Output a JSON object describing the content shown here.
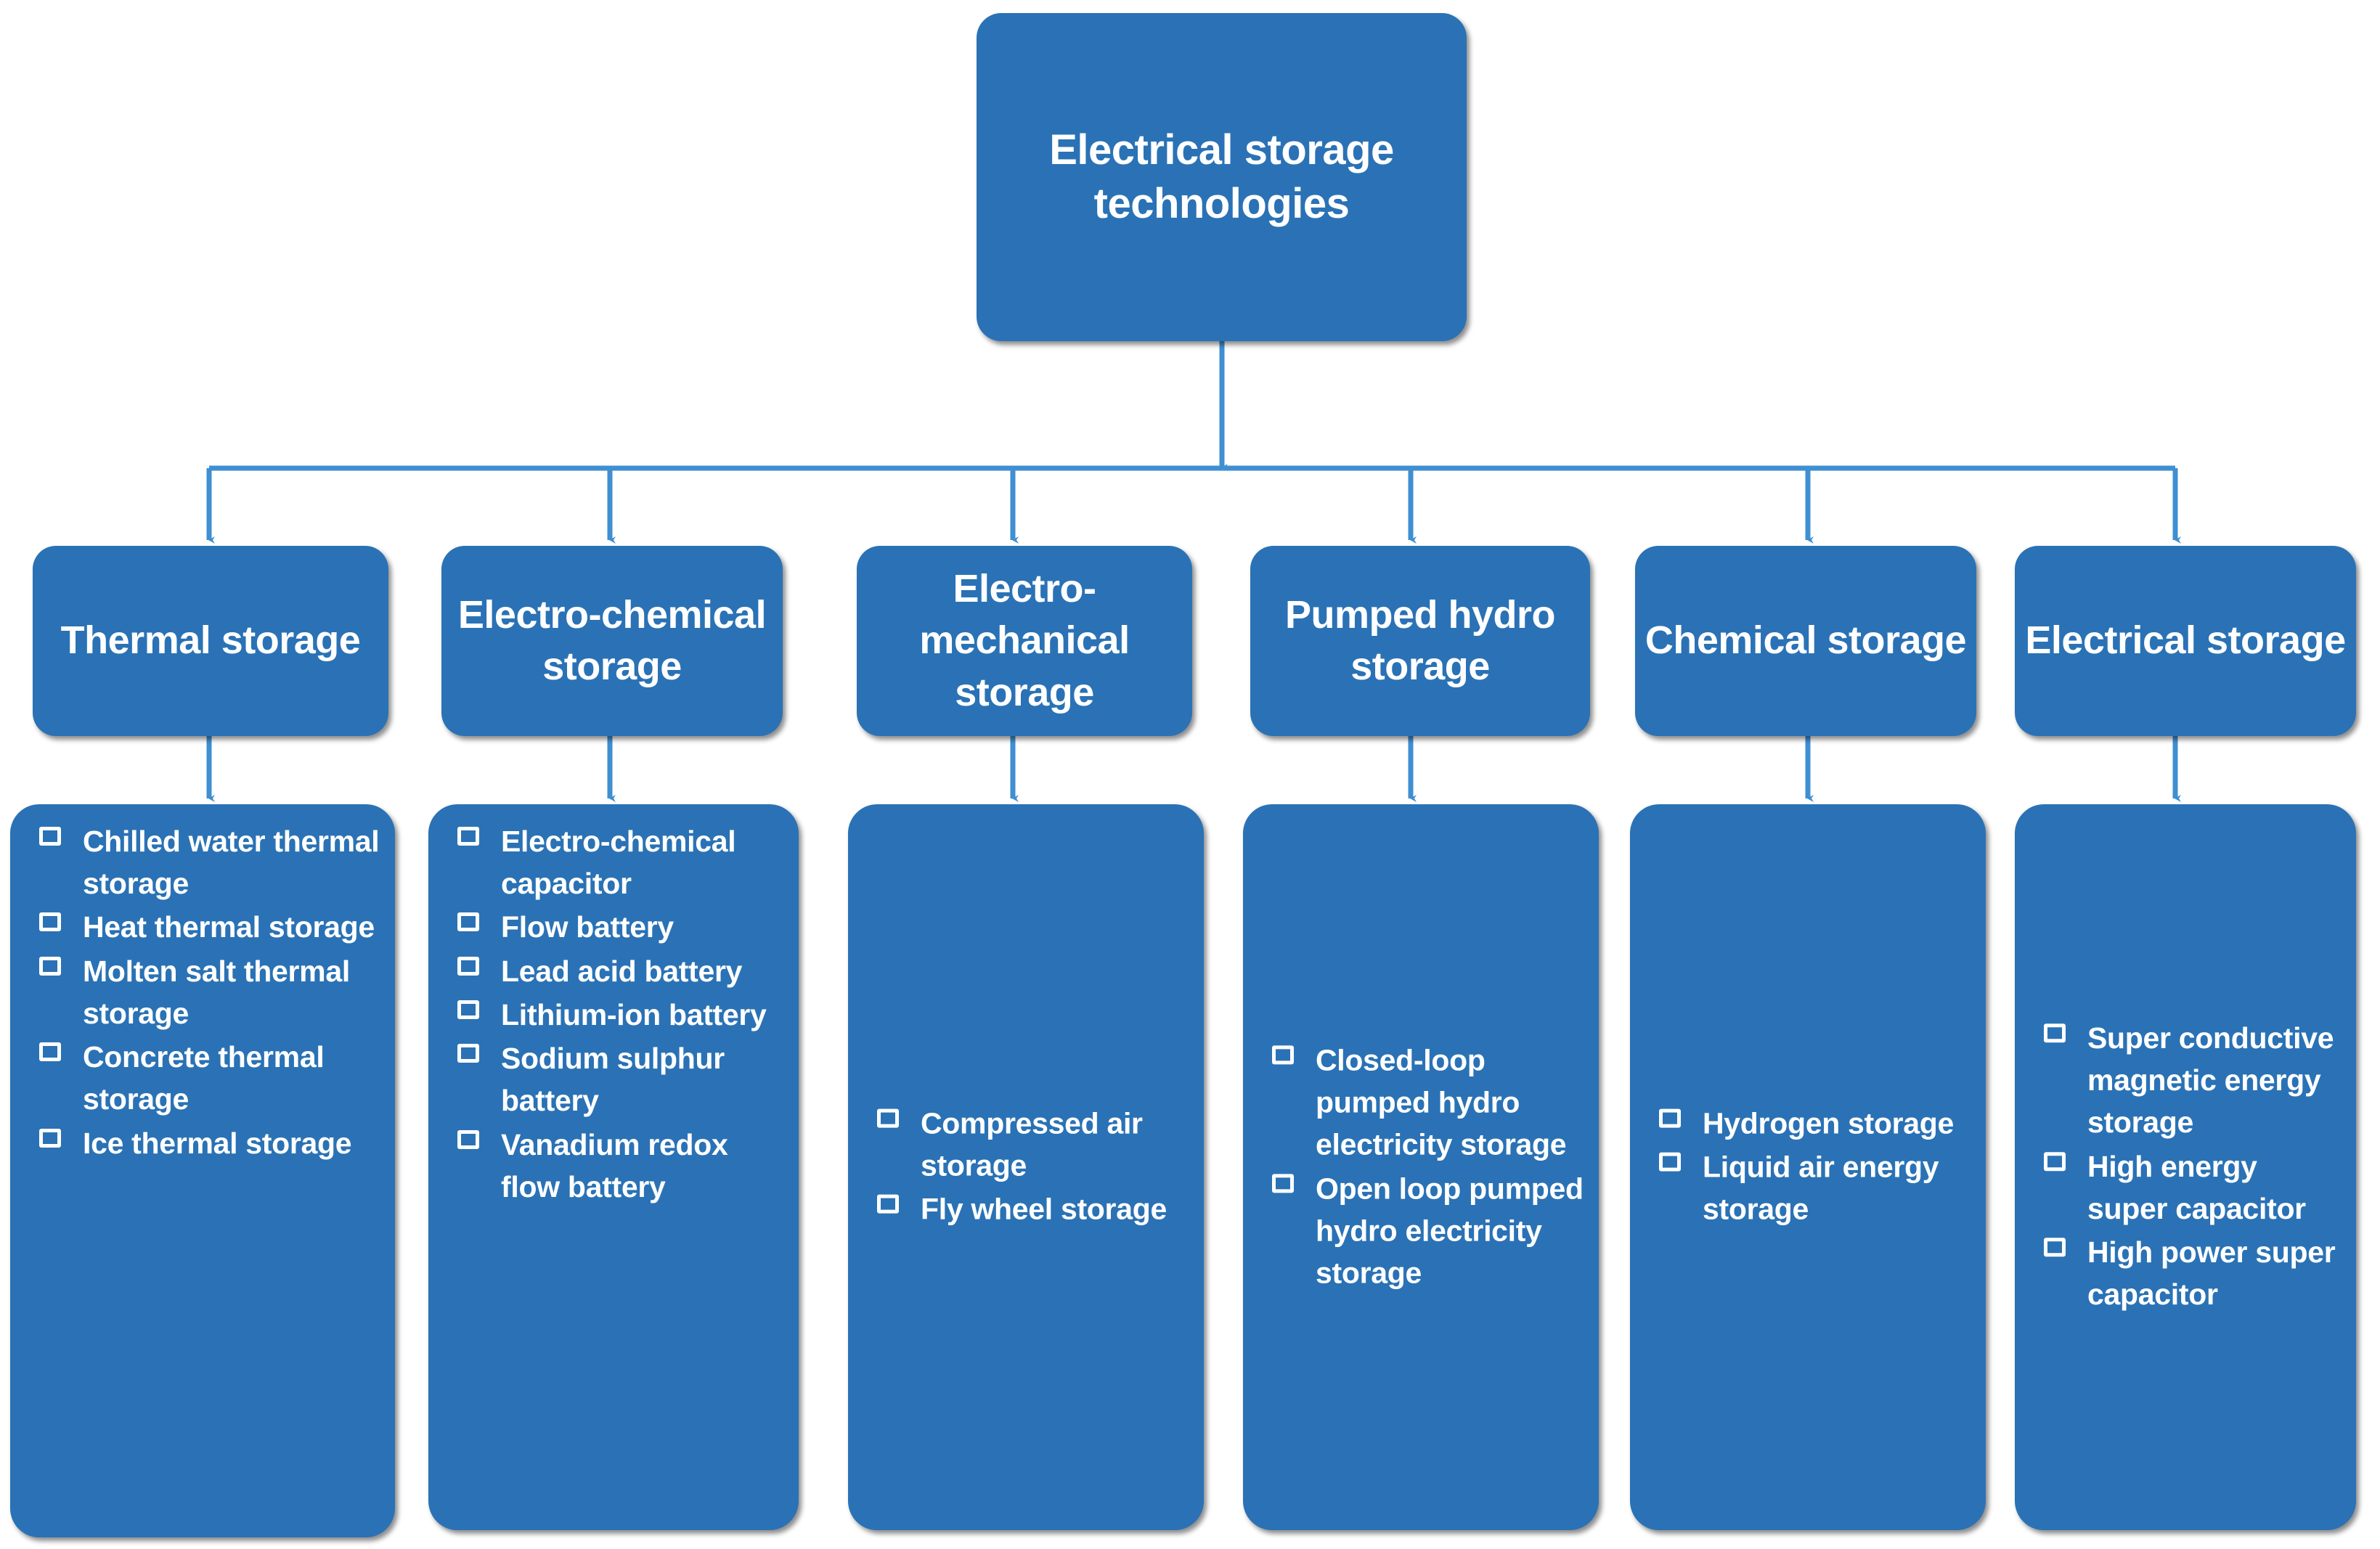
{
  "diagram": {
    "title": "Electrical storage technologies",
    "accent_color": "#2a72b5",
    "text_color": "#ffffff",
    "connector_color": "#3f8fd2",
    "bullet_icon": "checkbox-square-bullet"
  },
  "root": {
    "label": "Electrical storage technologies"
  },
  "categories": [
    {
      "label": "Thermal storage"
    },
    {
      "label": "Electro-chemical storage"
    },
    {
      "label": "Electro-mechanical storage"
    },
    {
      "label": "Pumped hydro storage"
    },
    {
      "label": "Chemical storage"
    },
    {
      "label": "Electrical storage"
    }
  ],
  "details": [
    {
      "parent": "Thermal storage",
      "items": [
        "Chilled water thermal storage",
        "Heat thermal storage",
        "Molten salt thermal storage",
        "Concrete thermal storage",
        "Ice thermal storage"
      ]
    },
    {
      "parent": "Electro-chemical storage",
      "items": [
        "Electro-chemical capacitor",
        "Flow battery",
        "Lead acid battery",
        "Lithium-ion battery",
        "Sodium sulphur battery",
        "Vanadium redox flow battery"
      ]
    },
    {
      "parent": "Electro-mechanical storage",
      "items": [
        "Compressed air storage",
        "Fly wheel storage"
      ]
    },
    {
      "parent": "Pumped hydro storage",
      "items": [
        "Closed-loop pumped hydro electricity storage",
        "Open loop pumped hydro electricity storage"
      ]
    },
    {
      "parent": "Chemical storage",
      "items": [
        "Hydrogen storage",
        "Liquid air energy storage"
      ]
    },
    {
      "parent": "Electrical storage",
      "items": [
        "Super conductive magnetic energy storage",
        "High energy super capacitor",
        "High power super capacitor"
      ]
    }
  ]
}
